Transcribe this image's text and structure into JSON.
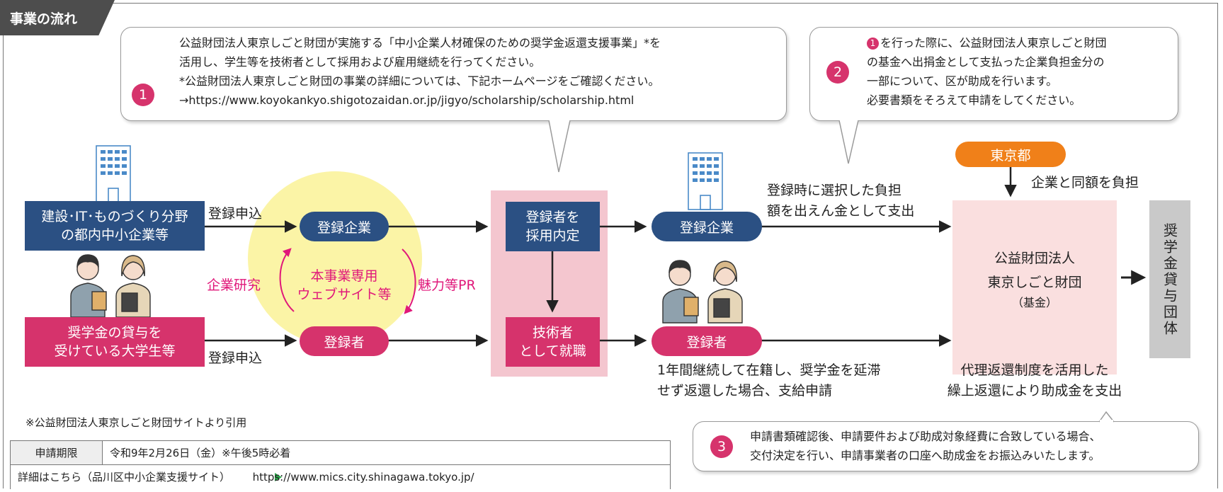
{
  "header": {
    "tab_label": "事業の流れ"
  },
  "callout1": {
    "number": "1",
    "line1": "公益財団法人東京しごと財団が実施する「中小企業人材確保のための奨学金返還支援事業」*を",
    "line2": "活用し、学生等を技術者として採用および雇用継続を行ってください。",
    "line3": "*公益財団法人東京しごと財団の事業の詳細については、下記ホームページをご確認ください。",
    "line4": "→https://www.koyokankyo.shigotozaidan.or.jp/jigyo/scholarship/scholarship.html"
  },
  "callout2": {
    "number": "2",
    "ref_number": "1",
    "line1": "を行った際に、公益財団法人東京しごと財団",
    "line2": "の基金へ出捐金として支払った企業負担金分の",
    "line3": "一部について、区が助成を行います。",
    "line4": "必要書類をそろえて申請をしてください。"
  },
  "callout3": {
    "number": "3",
    "line1": "申請書類確認後、申請要件および助成対象経費に合致している場合、",
    "line2": "交付決定を行い、申請事業者の口座へ助成金をお振込みいたします。"
  },
  "flow": {
    "company_box_line1": "建設･IT･ものづくり分野",
    "company_box_line2": "の都内中小企業等",
    "student_box_line1": "奨学金の貸与を",
    "student_box_line2": "受けている大学生等",
    "register_apply_top": "登録申込",
    "register_apply_bottom": "登録申込",
    "registered_company": "登録企業",
    "registered_person": "登録者",
    "website_line1": "本事業専用",
    "website_line2": "ウェブサイト等",
    "company_research": "企業研究",
    "appeal_pr": "魅力等PR",
    "offer_line1": "登録者を",
    "offer_line2": "採用内定",
    "employ_line1": "技術者",
    "employ_line2": "として就職",
    "registered_company_2": "登録企業",
    "registered_person_2": "登録者",
    "payment_note_line1": "登録時に選択した負担",
    "payment_note_line2": "額を出えん金として支出",
    "tokyo": "東京都",
    "same_amount": "企業と同額を負担",
    "foundation_line1": "公益財団法人",
    "foundation_line2": "東京しごと財団",
    "foundation_line3": "（基金）",
    "scholarship_org": "奨学金貸与団体",
    "continue_note_line1": "1年間継続して在籍し、奨学金を延滞",
    "continue_note_line2": "せず返還した場合、支給申請",
    "repay_note_line1": "代理返還制度を活用した",
    "repay_note_line2": "繰上返還により助成金を支出"
  },
  "footer": {
    "citation": "※公益財団法人東京しごと財団サイトより引用",
    "deadline_label": "申請期限",
    "deadline_value": "令和9年2月26日（金）※午後5時必着",
    "details_text": "詳細はこちら（品川区中小企業支援サイト）",
    "details_url": "https://www.mics.city.shinagawa.tokyo.jp/"
  },
  "colors": {
    "navy": "#2b5083",
    "pink": "#d6336c",
    "magenta_text": "#e0187a",
    "orange": "#f08019",
    "light_pink_bg": "#f4c6cf",
    "foundation_bg": "#fadfdf",
    "yellow_circle": "#fbf4a6",
    "gray_org": "#c9c9c9",
    "tab_gray": "#4d4d4d"
  }
}
